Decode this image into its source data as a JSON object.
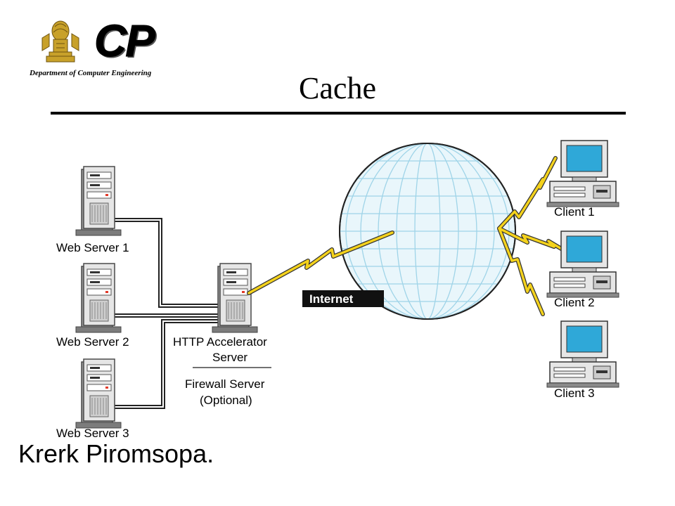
{
  "header": {
    "logo_text": "CP",
    "department": "Department of Computer Engineering",
    "title": "Cache"
  },
  "diagram": {
    "servers": [
      "Web Server 1",
      "Web Server 2",
      "Web Server 3"
    ],
    "accelerator": {
      "line1": "HTTP Accelerator",
      "line2": "Server",
      "firewall_line1": "Firewall Server",
      "firewall_line2": "(Optional)"
    },
    "internet_label": "Internet",
    "clients": [
      "Client 1",
      "Client 2",
      "Client 3"
    ]
  },
  "footer": {
    "author": "Krerk Piromsopa."
  },
  "colors": {
    "globe_fill": "#e9f6fb",
    "globe_grid": "#9fd4e8",
    "lightning": "#f4d21c",
    "screen": "#2fa8d8"
  }
}
